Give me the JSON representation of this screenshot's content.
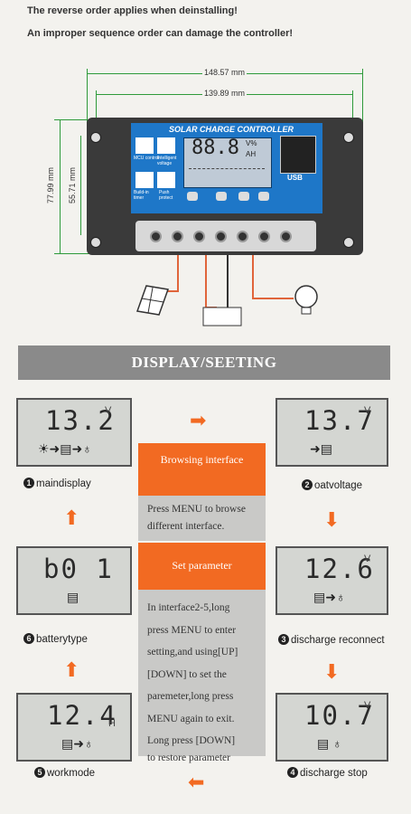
{
  "warnings": {
    "line1": "The reverse order applies when deinstalling!",
    "line2": "An improper sequence order can damage the controller!"
  },
  "dimensions": {
    "width_outer": "148.57 mm",
    "width_inner": "139.89 mm",
    "height_outer": "77.99 mm",
    "height_inner": "55.71 mm"
  },
  "controller": {
    "title": "SOLAR CHARGE CONTROLLER",
    "lcd_digits": "88.8",
    "unit_v": "V%",
    "unit_ah": "AH",
    "icon_labels": [
      "MCU control",
      "Intelligent voltage",
      "Build-in timer",
      "Push protect"
    ],
    "usb_label": "USB"
  },
  "banner": "DISPLAY/SEETING",
  "screens": [
    {
      "id": "1",
      "value": "13.2",
      "unit": "V",
      "label": "maindisplay"
    },
    {
      "id": "2",
      "value": "13.7",
      "unit": "V",
      "label": "oatvoltage"
    },
    {
      "id": "3",
      "value": "12.6",
      "unit": "V",
      "label": "discharge reconnect"
    },
    {
      "id": "4",
      "value": "10.7",
      "unit": "V",
      "label": "discharge stop"
    },
    {
      "id": "5",
      "value": "12.4",
      "unit": "H",
      "label": "workmode"
    },
    {
      "id": "6",
      "value": "b0 1",
      "unit": "",
      "label": "batterytype"
    }
  ],
  "center": {
    "browse_title": "Browsing interface",
    "browse_text": "Press MENU to browse different interface.",
    "set_title": "Set parameter",
    "set_text": [
      "In interface2-5,long",
      "press MENU to enter",
      "setting,and using[UP]",
      "[DOWN] to set the",
      "paremeter,long press",
      "MENU again to exit.",
      "Long press [DOWN]",
      "to restore parameter"
    ]
  },
  "colors": {
    "accent": "#f26a22",
    "panel_blue": "#1e77c8",
    "dimension_green": "#2e9a3a",
    "lcd_bg": "#d4d6d2"
  }
}
